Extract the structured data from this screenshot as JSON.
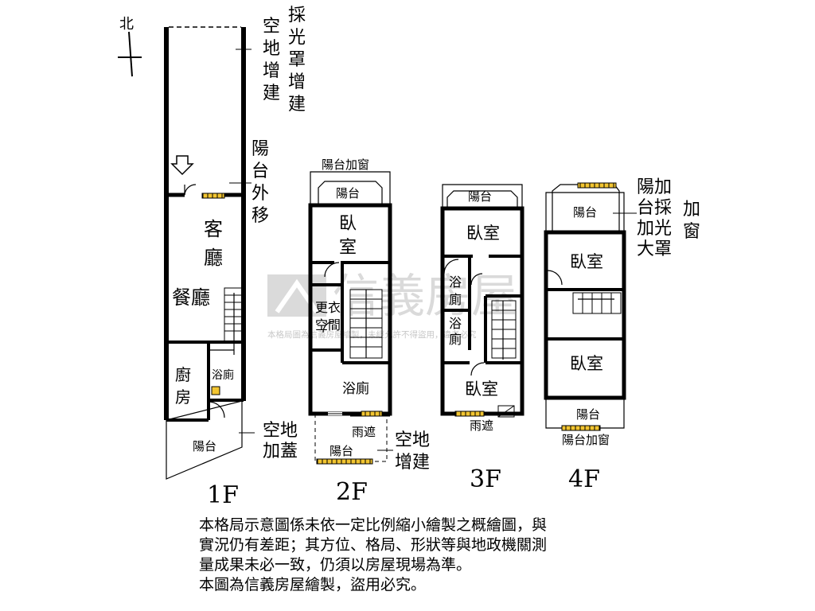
{
  "north": "北",
  "floors": {
    "f1": {
      "label": "1F",
      "rooms": {
        "living": [
          "客",
          "廳"
        ],
        "dining": "餐廳",
        "kitchen": [
          "廚",
          "房"
        ],
        "bath": "浴廁",
        "balcony": "陽台"
      },
      "notes": {
        "vacant_build": [
          "空",
          "地",
          "增",
          "建"
        ],
        "skylight_build": [
          "採",
          "光",
          "罩",
          "增",
          "建"
        ],
        "balcony_moved": [
          "陽",
          "台",
          "外",
          "移"
        ],
        "vacant_cover": [
          "空地",
          "加蓋"
        ]
      }
    },
    "f2": {
      "label": "2F",
      "rooms": {
        "balcony_window": "陽台加窗",
        "balcony": "陽台",
        "bedroom": [
          "臥",
          "室"
        ],
        "closet": [
          "更衣",
          "空間"
        ],
        "bath": "浴廁",
        "canopy": "雨遮",
        "balcony_lower": "陽台"
      },
      "notes": {
        "vacant_build": [
          "空地",
          "增建"
        ]
      }
    },
    "f3": {
      "label": "3F",
      "rooms": {
        "balcony": "陽台",
        "bedroom_top": "臥室",
        "bath1": [
          "浴",
          "廁"
        ],
        "bath2": [
          "浴",
          "廁"
        ],
        "bedroom_bottom": "臥室",
        "canopy": "雨遮"
      }
    },
    "f4": {
      "label": "4F",
      "rooms": {
        "balcony_top": "陽台",
        "bedroom_top": "臥室",
        "bedroom_bottom": "臥室",
        "balcony_bottom": "陽台",
        "balcony_window": "陽台加窗"
      },
      "notes": {
        "add_cols": [
          "陽加",
          "台採",
          "加光",
          "大罩"
        ],
        "add_window": [
          "加",
          "窗"
        ]
      }
    }
  },
  "watermark": {
    "brand": "信義房屋",
    "sub": "本格局圖為信義房屋繪製，未經允許不得盜用，違者必究"
  },
  "disclaimer": [
    "本格局示意圖係未依一定比例縮小繪製之概繪圖，與",
    "實況仍有差距；其方位、格局、形狀等與地政機關測",
    "量成果未必一致，仍須以房屋現場為準。",
    "本圖為信義房屋繪製，盜用必究。"
  ]
}
